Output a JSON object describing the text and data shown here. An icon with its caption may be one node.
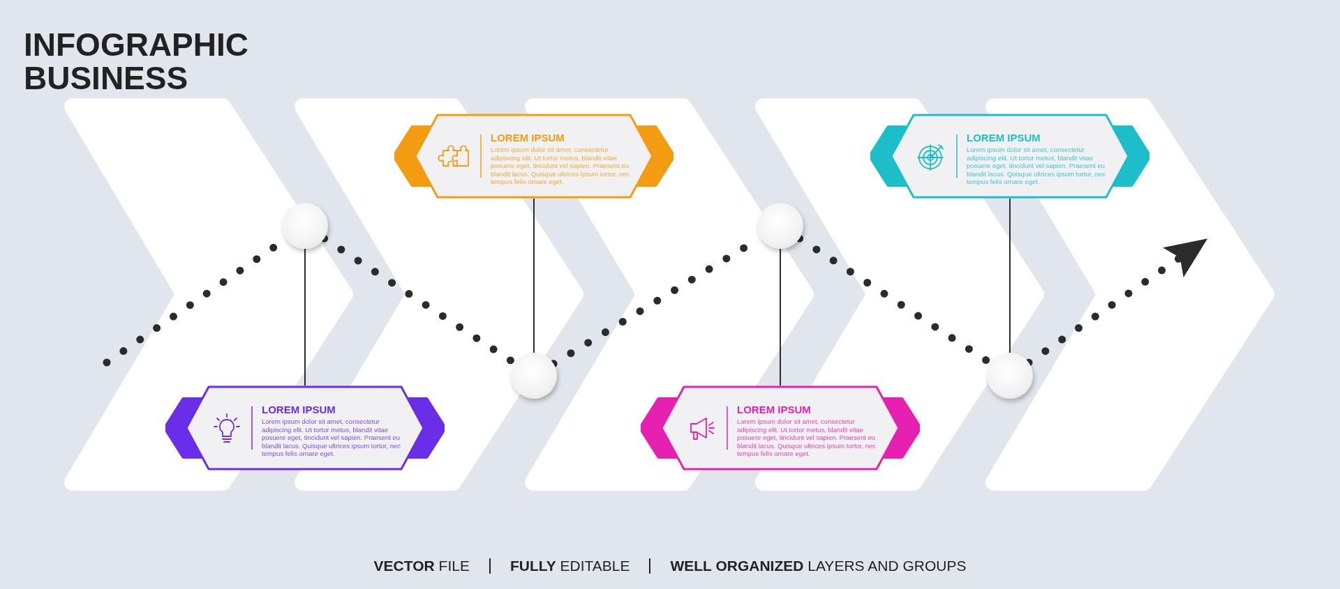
{
  "diagram": {
    "title": "INFOGRAPHIC BUSINESS",
    "nodes": [
      {
        "text": [
          "LOREM IPSUM",
          "Lorem ipsum dolor sit amet, consectetur adipiscing elit. Ut tortor metus, blandit vitae posuere eget, tincidunt vel sapien. Praesent eu blandit lacus. Quisque ultrices ipsum tortor, nec tempus felis ornare eget."
        ]
      },
      {
        "text": [
          "LOREM IPSUM",
          "Lorem ipsum dolor sit amet, consectetur adipiscing elit. Ut tortor metus, blandit vitae posuere eget, tincidunt vel sapien. Praesent eu blandit lacus. Quisque ultrices ipsum tortor, nec tempus felis ornare eget."
        ]
      },
      {
        "text": [
          "LOREM IPSUM",
          "Lorem ipsum dolor sit amet, consectetur adipiscing elit. Ut tortor metus, blandit vitae posuere eget, tincidunt vel sapien. Praesent eu blandit lacus. Quisque ultrices ipsum tortor, nec tempus felis ornare eget."
        ]
      },
      {
        "text": [
          "LOREM IPSUM",
          "Lorem ipsum dolor sit amet, consectetur adipiscing elit. Ut tortor metus, blandit vitae posuere eget, tincidunt vel sapien. Praesent eu blandit lacus. Quisque ultrices ipsum tortor, nec tempus felis ornare eget."
        ]
      },
      {
        "text": [],
        "shape": "circle"
      },
      {
        "text": [],
        "shape": "circle"
      },
      {
        "text": [],
        "shape": "circle"
      },
      {
        "text": [],
        "shape": "circle"
      }
    ],
    "edges": [
      {
        "from": null,
        "to": 4,
        "arrow": "none",
        "style": "dashed"
      },
      {
        "from": 4,
        "to": 5,
        "arrow": "none",
        "style": "dashed"
      },
      {
        "from": 5,
        "to": 6,
        "arrow": "none",
        "style": "dashed"
      },
      {
        "from": 6,
        "to": 7,
        "arrow": "none",
        "style": "dashed"
      },
      {
        "from": 7,
        "to": null,
        "arrow": "to",
        "style": "dashed"
      },
      {
        "from": 4,
        "to": 2,
        "arrow": "none"
      },
      {
        "from": 5,
        "to": 0,
        "arrow": "none"
      },
      {
        "from": 6,
        "to": 3,
        "arrow": "none"
      },
      {
        "from": 7,
        "to": 1,
        "arrow": "none"
      }
    ],
    "labels": [
      "**VECTOR** FILE",
      "**FULLY** EDITABLE",
      "**WELL ORGANIZED** LAYERS AND GROUPS"
    ]
  }
}
